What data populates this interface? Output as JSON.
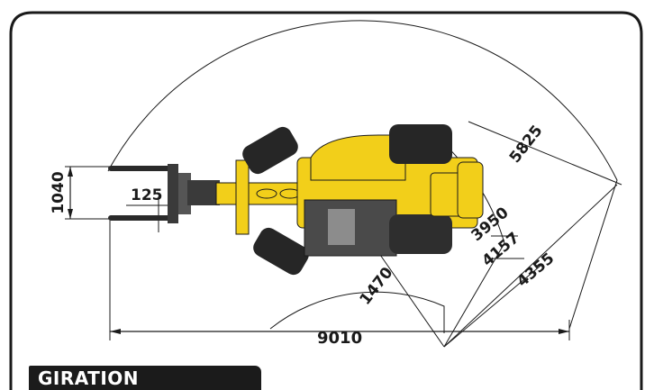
{
  "title": "GIRATION",
  "colors": {
    "machine_yellow": "#f2cf1a",
    "tire_black": "#262626",
    "cab_gray": "#4a4a4a",
    "frame_line": "#1a1a1a",
    "label_bg": "#1b1b1b"
  },
  "dimensions": {
    "d_1040": "1040",
    "d_125": "125",
    "d_9010": "9010",
    "d_1470": "1470",
    "d_3950": "3950",
    "d_4157": "4157",
    "d_4355": "4355",
    "d_5825": "5825"
  }
}
